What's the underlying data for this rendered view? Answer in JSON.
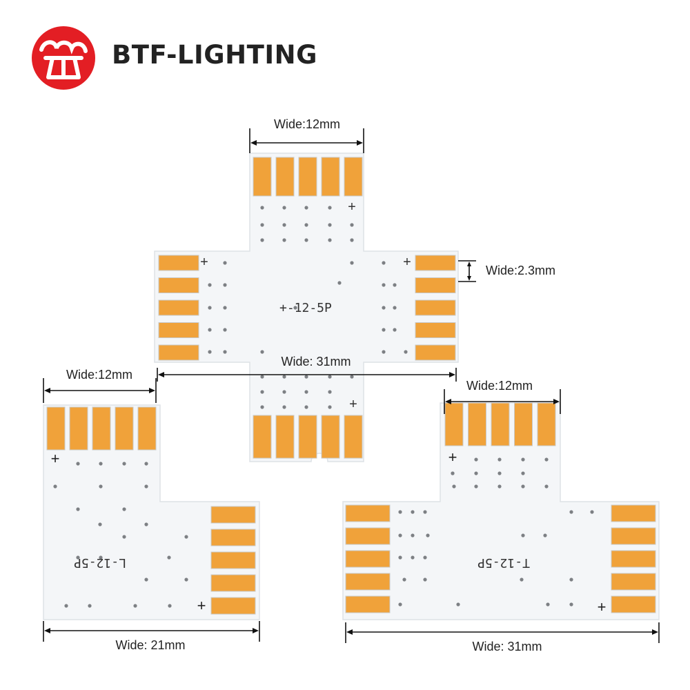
{
  "brand": {
    "name": "BTF-LIGHTING",
    "logo_color": "#e31e24"
  },
  "dimensions": {
    "x_top": "Wide:12mm",
    "x_pad": "Wide:2.3mm",
    "x_total": "Wide: 31mm",
    "l_top": "Wide:12mm",
    "l_total": "Wide: 21mm",
    "t_top": "Wide:12mm",
    "t_total": "Wide: 31mm"
  },
  "boards": {
    "x_label": "+-12-5P",
    "l_label": "L-12-5P",
    "t_label": "T-12-5P"
  },
  "colors": {
    "pad": "#f0a23a",
    "pcb": "#f4f6f8"
  }
}
